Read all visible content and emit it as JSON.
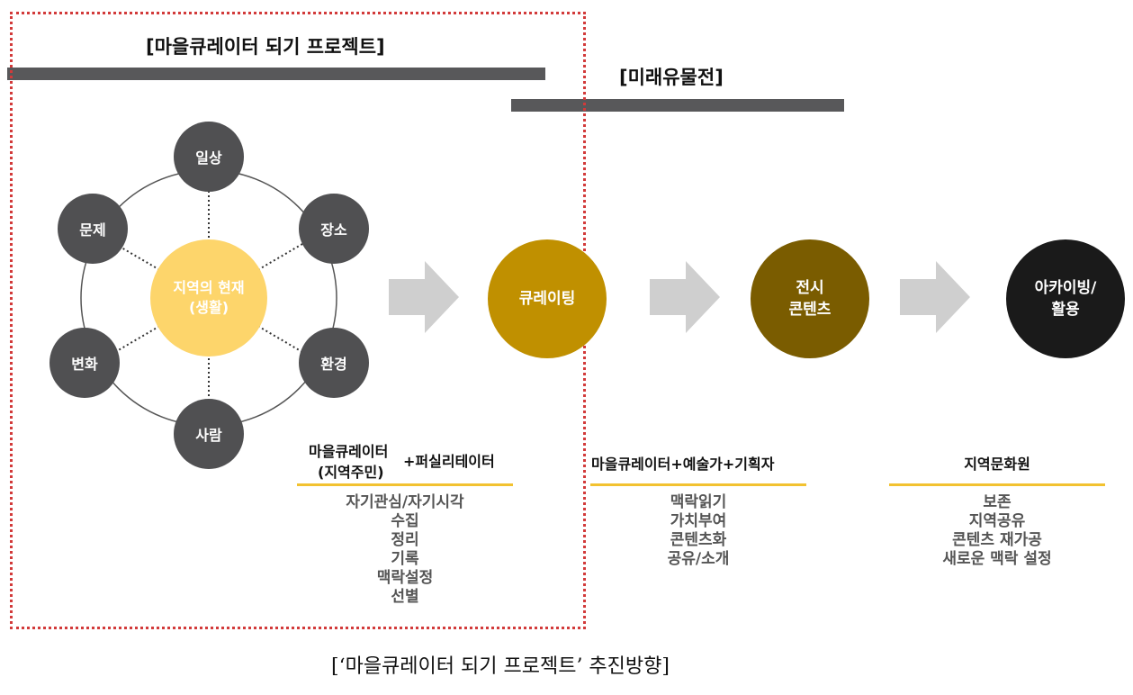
{
  "titles": {
    "project": "[마을큐레이터 되기 프로젝트]",
    "future": "[미래유물전]"
  },
  "cycle": {
    "center": [
      "지역의 현재",
      "(생활)"
    ],
    "nodes": [
      "일상",
      "장소",
      "환경",
      "사람",
      "변화",
      "문제"
    ]
  },
  "stages": [
    {
      "label": [
        "큐레이팅"
      ],
      "color": "#c09000"
    },
    {
      "label": [
        "전시",
        "콘텐츠"
      ],
      "color": "#7a5c00"
    },
    {
      "label": [
        "아카이빙/",
        "활용"
      ],
      "color": "#1a1a1a"
    }
  ],
  "arrow_color": "#cfcfcf",
  "groups": [
    {
      "actor_main": "마을큐레이터",
      "actor_sub": "(지역주민)",
      "actor_plus": "+퍼실리테이터",
      "items": [
        "자기관심/자기시각",
        "수집",
        "정리",
        "기록",
        "맥락설정",
        "선별"
      ]
    },
    {
      "actor": "마을큐레이터+예술가+기획자",
      "items": [
        "맥락읽기",
        "가치부여",
        "콘텐츠화",
        "공유/소개"
      ]
    },
    {
      "actor": "지역문화원",
      "items": [
        "보존",
        "지역공유",
        "콘텐츠 재가공",
        "새로운 맥락 설정"
      ]
    }
  ],
  "caption": "[‘마을큐레이터  되기  프로젝트’  추진방향]"
}
